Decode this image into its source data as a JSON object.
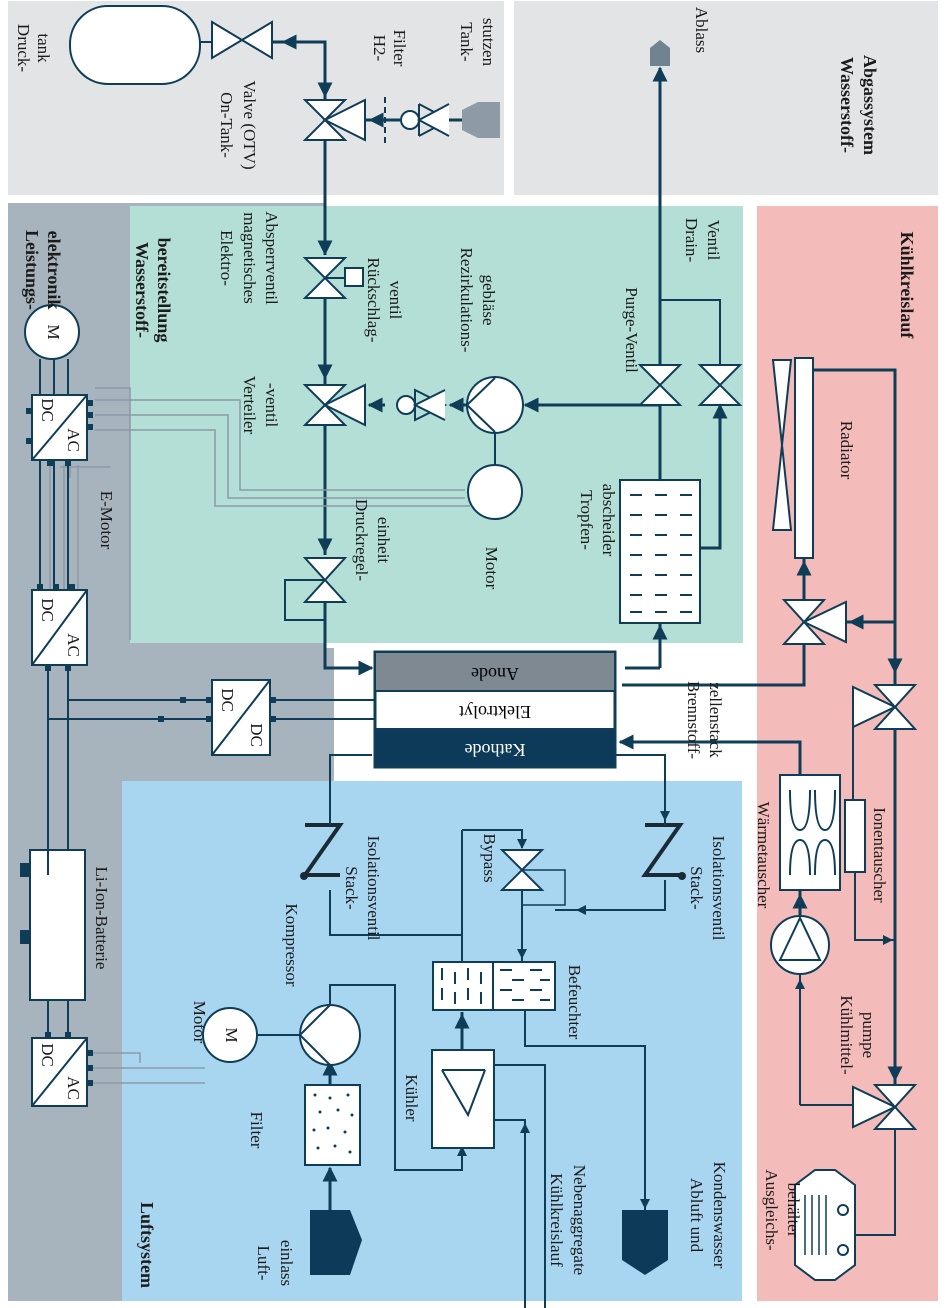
{
  "sections": {
    "druck": "Druck-",
    "tank": "tank",
    "on_tank_1": "On-Tank-",
    "on_tank_2": "Valve (OTV)",
    "h2_filter_1": "H2-",
    "h2_filter_2": "Filter",
    "tank_1": "Tank-",
    "tank_2": "stutzen",
    "ablass": "Ablass",
    "abgas_1": "Wasserstoff-",
    "abgas_2": "Abgassystem",
    "leistung_1": "Leistungs-",
    "leistung_2": "elektronik",
    "wbereit_1": "Wasserstoff-",
    "wbereit_2": "bereitstellung",
    "kuehlkreislauf": "Kühlkreislauf",
    "luftsystem": "Luftsystem"
  },
  "labels": {
    "elektro_1": "Elektro-",
    "elektro_2": "magnetisches",
    "elektro_3": "Absperrventil",
    "rueck_1": "Rückschlag-",
    "rueck_2": "ventil",
    "rezi_1": "Rezirkulations-",
    "rezi_2": "gebläse",
    "purge": "Purge-Ventil",
    "drain_1": "Drain-",
    "drain_2": "Ventil",
    "verteiler_1": "Verteiler",
    "verteiler_2": "-ventil",
    "motor_h2": "Motor",
    "tropfen_1": "Tropfen-",
    "tropfen_2": "abscheider",
    "druckregel_1": "Druckregel-",
    "druckregel_2": "einheit",
    "emotor": "E-Motor",
    "radiator": "Radiator",
    "anode": "Anode",
    "elektrolyt": "Elektrolyt",
    "kathode": "Kathode",
    "brenn_1": "Brennstoff-",
    "brenn_2": "zellenstack",
    "waerme": "Wärmetauscher",
    "ionen": "Ionentauscher",
    "kuehlmittel_1": "Kühlmittel-",
    "kuehlmittel_2": "pumpe",
    "ausgleich_1": "Ausgleichs-",
    "ausgleich_2": "behälter",
    "stack_iso_a1": "Stack-",
    "stack_iso_a2": "Isolationsventil",
    "stack_iso_b1": "Stack-",
    "stack_iso_b2": "Isolationsventil",
    "bypass": "Bypass",
    "befeuchter": "Befeuchter",
    "batterie": "Li-Ion-Batterie",
    "motor_air": "Motor",
    "kompressor": "Kompressor",
    "kuehler": "Kühler",
    "filter": "Filter",
    "luft_1": "Luft-",
    "luft_2": "einlass",
    "kkl_1": "Kühlkreislauf",
    "kkl_2": "Nebenaggregate",
    "abluft_1": "Abluft und",
    "abluft_2": "Kondenswasser",
    "m": "M",
    "dc": "DC",
    "ac": "AC"
  },
  "colors": {
    "leistung_bg": "#a7b3bd",
    "abgas_bg": "#e3e4e6",
    "wbereit_bg": "#b3dfd6",
    "kuehl_bg": "#f3bcba",
    "luft_bg": "#a8d6f0",
    "line": "#0f3d58",
    "anode": "#7e8992",
    "kathode": "#0e3a5a"
  }
}
